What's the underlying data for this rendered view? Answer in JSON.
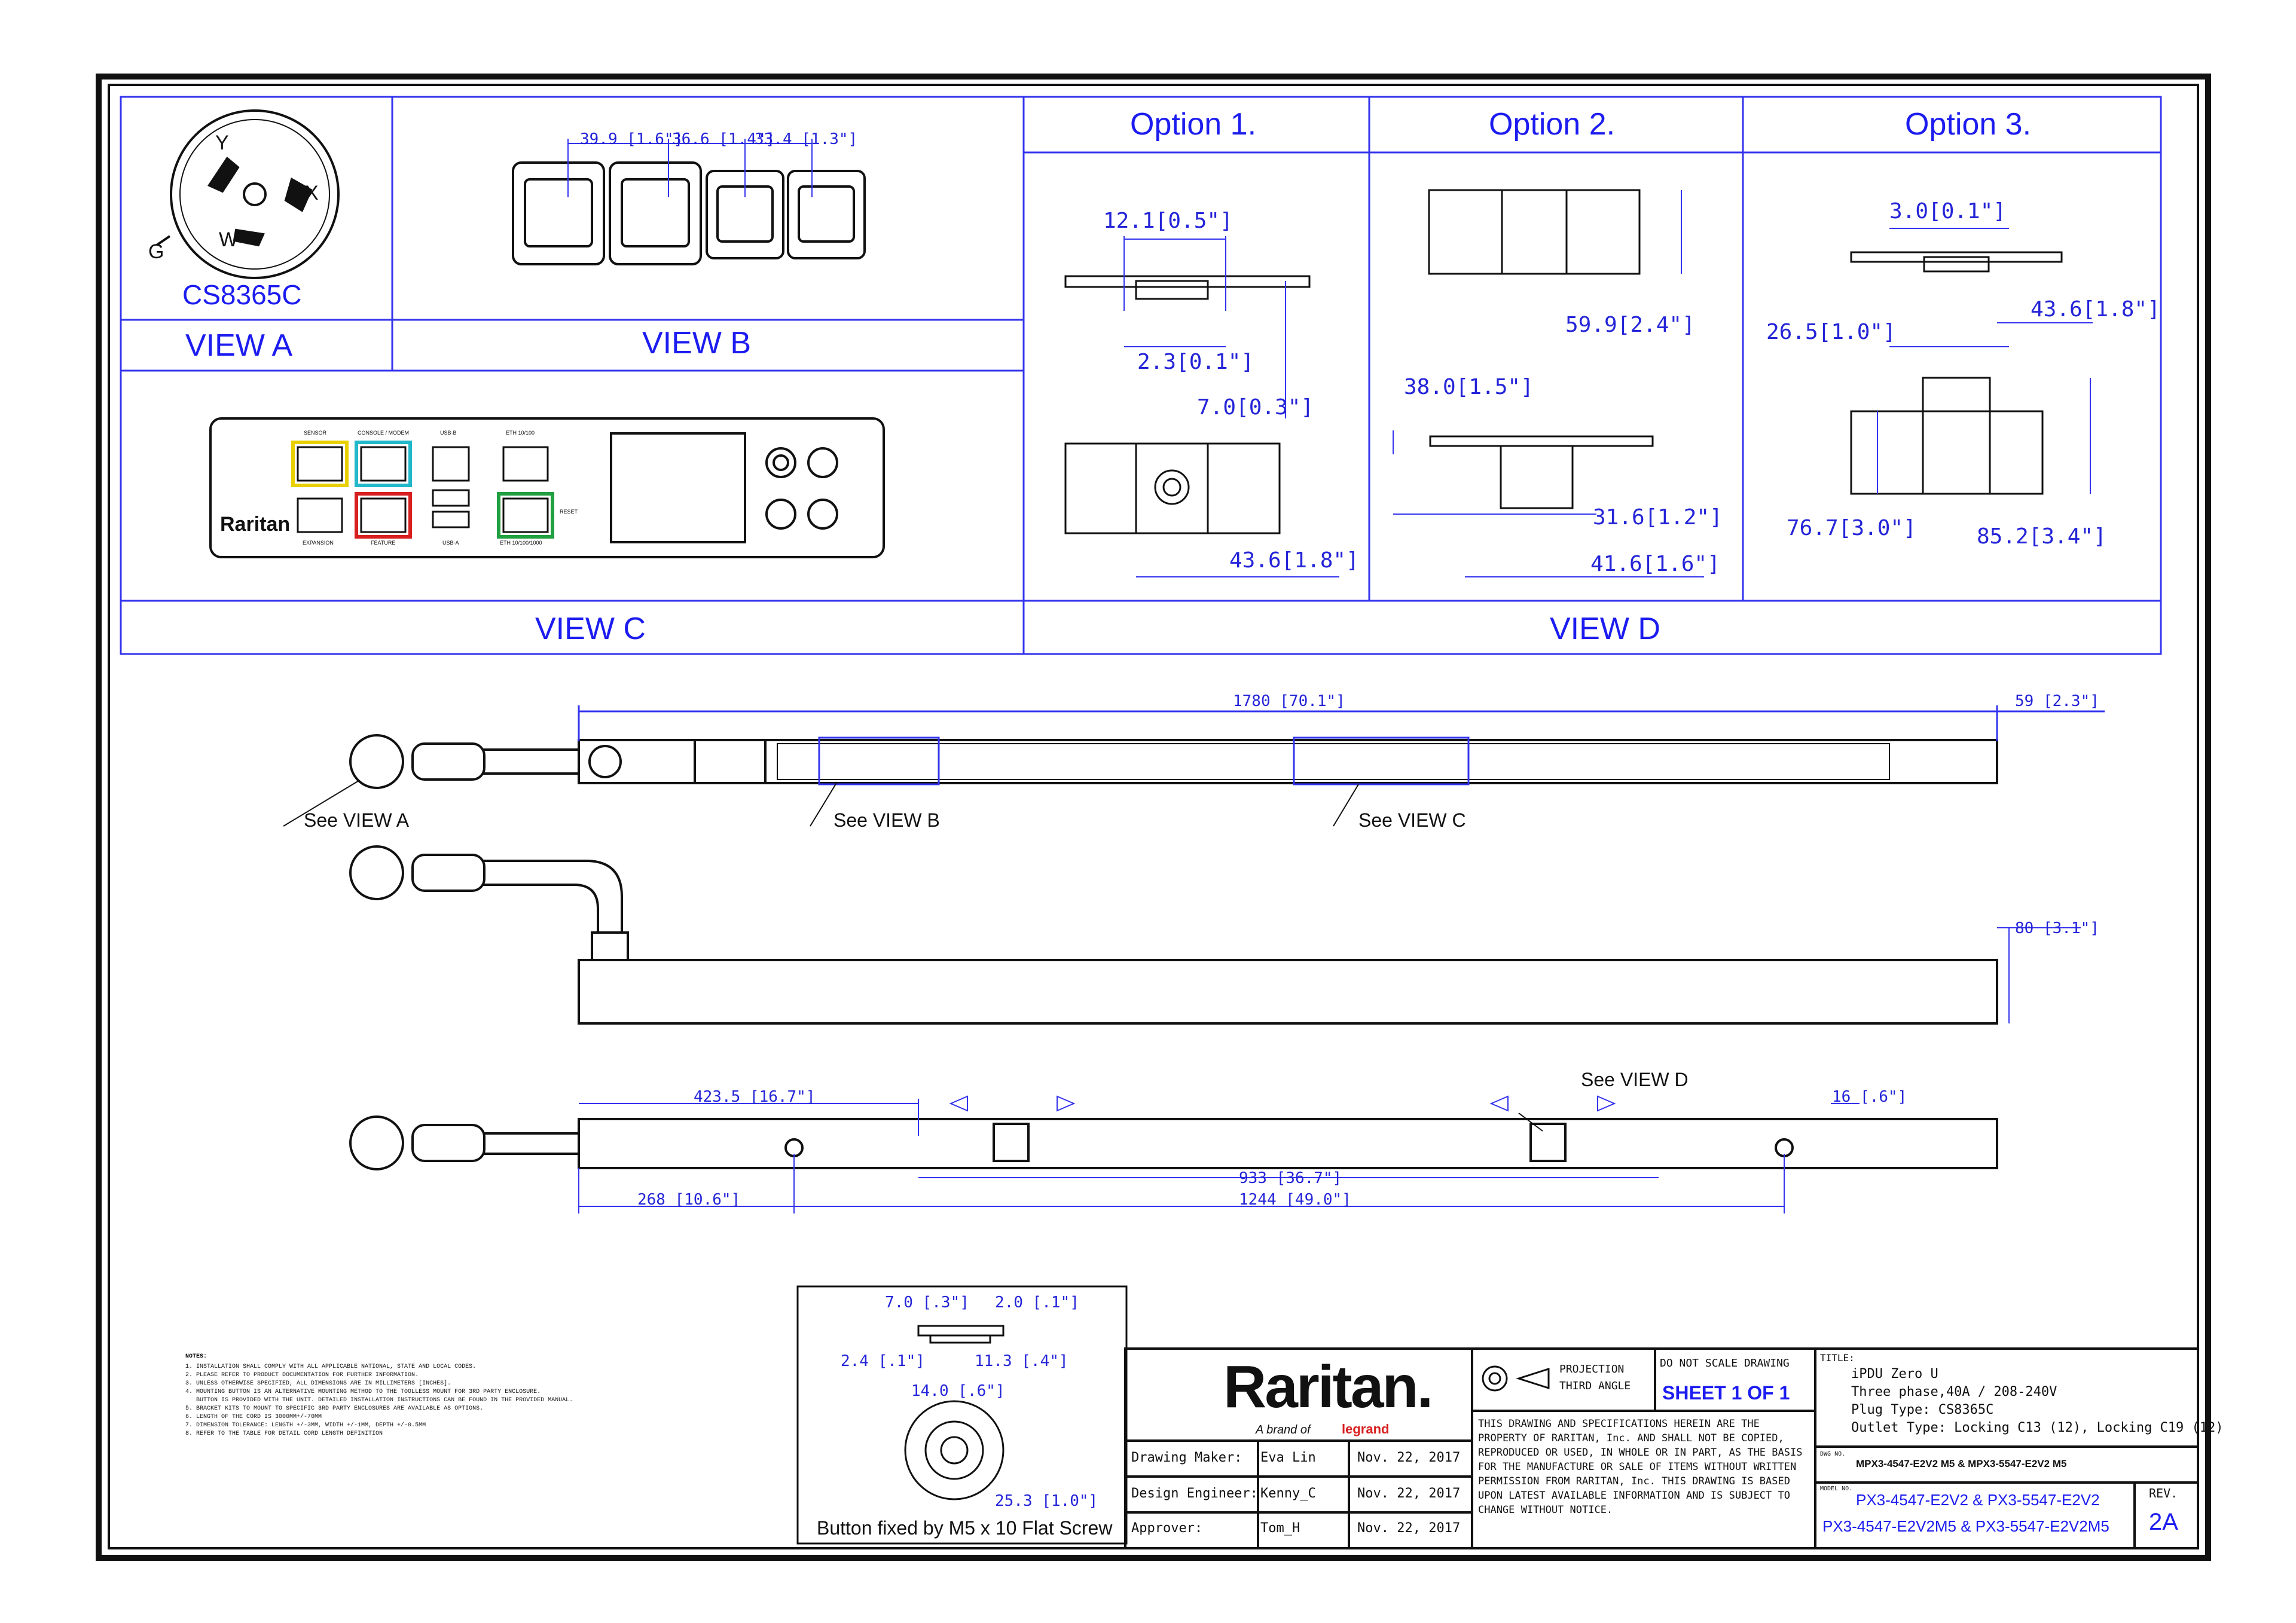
{
  "view_a": {
    "label": "VIEW A",
    "part": "CS8365C",
    "pins": [
      "Y",
      "X",
      "W",
      "G"
    ]
  },
  "view_b": {
    "label": "VIEW B",
    "dims": [
      "39.9 [1.6\"]",
      "36.6 [1.4\"]",
      "33.4 [1.3\"]"
    ]
  },
  "view_c": {
    "label": "VIEW C",
    "logo": "Raritan",
    "ports": [
      "SENSOR",
      "CONSOLE / MODEM",
      "USB-B",
      "ETH 10/100",
      "EXPANSION",
      "FEATURE",
      "USB-A",
      "ETH 10/100/1000",
      "RESET"
    ]
  },
  "view_d": {
    "label": "VIEW D"
  },
  "options": [
    {
      "title": "Option 1.",
      "dims": [
        "12.1[0.5\"]",
        "2.3[0.1\"]",
        "7.0[0.3\"]",
        "43.6[1.8\"]"
      ]
    },
    {
      "title": "Option  2.",
      "dims": [
        "59.9[2.4\"]",
        "38.0[1.5\"]",
        "31.6[1.2\"]",
        "41.6[1.6\"]"
      ]
    },
    {
      "title": "Option 3.",
      "dims": [
        "3.0[0.1\"]",
        "43.6[1.8\"]",
        "26.5[1.0\"]",
        "76.7[3.0\"]",
        "85.2[3.4\"]"
      ]
    }
  ],
  "main_views": {
    "length": "1780 [70.1\"]",
    "width": "59 [2.3\"]",
    "depth": "80 [3.1\"]",
    "callouts": [
      "See VIEW A",
      "See VIEW B",
      "See VIEW C",
      "See VIEW D"
    ],
    "rear_dims": [
      "423.5 [16.7\"]",
      "16 [.6\"]",
      "933 [36.7\"]",
      "268 [10.6\"]",
      "1244 [49.0\"]"
    ]
  },
  "button_detail": {
    "dims": [
      "7.0 [.3\"]",
      "2.0 [.1\"]",
      "2.4 [.1\"]",
      "11.3 [.4\"]",
      "14.0 [.6\"]",
      "25.3 [1.0\"]"
    ],
    "caption": "Button fixed by M5 x 10 Flat Screw"
  },
  "notes": {
    "heading": "NOTES:",
    "items": [
      "1. INSTALLATION SHALL COMPLY WITH ALL APPLICABLE NATIONAL, STATE AND LOCAL CODES.",
      "2. PLEASE REFER TO PRODUCT DOCUMENTATION FOR FURTHER INFORMATION.",
      "3. UNLESS OTHERWISE SPECIFIED, ALL DIMENSIONS ARE IN MILLIMETERS [INCHES].",
      "4. MOUNTING BUTTON IS AN ALTERNATIVE MOUNTING METHOD TO THE TOOLLESS MOUNT FOR 3RD PARTY ENCLOSURE.",
      "   BUTTON IS PROVIDED WITH THE UNIT. DETAILED INSTALLATION INSTRUCTIONS CAN BE FOUND IN THE PROVIDED MANUAL.",
      "5. BRACKET KITS TO MOUNT TO SPECIFIC 3RD PARTY ENCLOSURES ARE AVAILABLE AS OPTIONS.",
      "6. LENGTH OF THE CORD IS 3000MM+/-70MM",
      "7. DIMENSION TOLERANCE: LENGTH +/-3MM, WIDTH +/-1MM, DEPTH +/-0.5MM",
      "8. REFER TO THE TABLE FOR DETAIL CORD LENGTH DEFINITION"
    ]
  },
  "title_block": {
    "logo": "Raritan.",
    "brand_line": "A brand of",
    "brand_name": "legrand",
    "rows": [
      {
        "role": "Drawing Maker:",
        "name": "Eva Lin",
        "date": "Nov. 22, 2017"
      },
      {
        "role": "Design Engineer:",
        "name": "Kenny_C",
        "date": "Nov. 22, 2017"
      },
      {
        "role": "Approver:",
        "name": "Tom_H",
        "date": "Nov. 22, 2017"
      }
    ],
    "projection_line1": "PROJECTION",
    "projection_line2": "THIRD ANGLE",
    "scale_note": "DO NOT SCALE DRAWING",
    "sheet": "SHEET 1 OF 1",
    "property_text": "THIS DRAWING AND SPECIFICATIONS HEREIN ARE THE PROPERTY OF RARITAN, Inc. AND SHALL NOT BE COPIED, REPRODUCED OR USED, IN WHOLE OR IN PART, AS THE BASIS FOR THE MANUFACTURE OR SALE OF ITEMS WITHOUT WRITTEN PERMISSION FROM RARITAN, Inc. THIS DRAWING IS BASED UPON LATEST AVAILABLE INFORMATION AND IS SUBJECT TO CHANGE WITHOUT NOTICE.",
    "title_label": "TITLE:",
    "title_lines": [
      "iPDU Zero U",
      "Three phase,40A / 208-240V",
      "Plug Type: CS8365C",
      "Outlet Type: Locking C13 (12), Locking C19 (12)"
    ],
    "dwg_label": "DWG NO.",
    "dwg_no": "MPX3-4547-E2V2 M5 & MPX3-5547-E2V2 M5",
    "model_label": "MODEL NO.",
    "model_line1": "PX3-4547-E2V2 & PX3-5547-E2V2",
    "model_line2": "PX3-4547-E2V2M5 & PX3-5547-E2V2M5",
    "rev_label": "REV.",
    "rev": "2A"
  },
  "colors": {
    "drawing_blue": "#1c1cf0",
    "sensor_port": "#e8d000",
    "console_port": "#22b7c9",
    "feature_port": "#d82020",
    "eth_port": "#20a040"
  }
}
